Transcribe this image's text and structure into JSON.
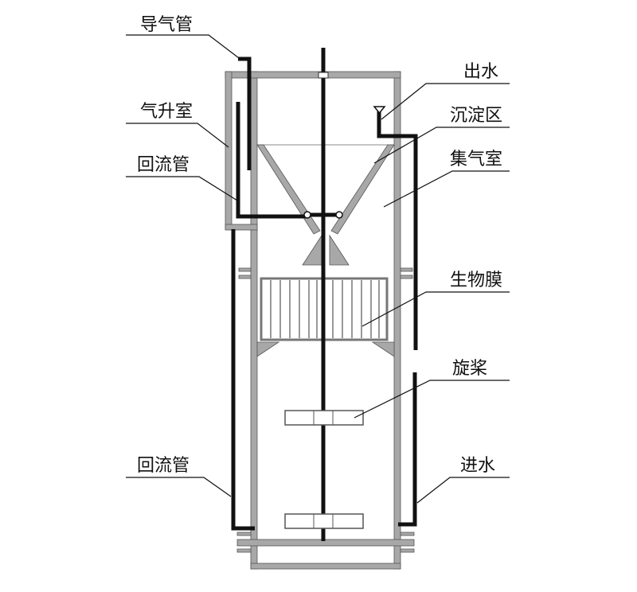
{
  "labels": {
    "gas_guide_tube": "导气管",
    "gas_lift_chamber": "气升室",
    "return_pipe_upper": "回流管",
    "return_pipe_lower": "回流管",
    "water_outlet": "出水",
    "settling_zone": "沉淀区",
    "gas_collection_chamber": "集气室",
    "biofilm": "生物膜",
    "impeller": "旋桨",
    "water_inlet": "进水"
  },
  "colors": {
    "wall": "#a8a8a8",
    "wall_stroke": "#555555",
    "pipe": "#111111",
    "leader": "#111111",
    "background": "#ffffff"
  }
}
